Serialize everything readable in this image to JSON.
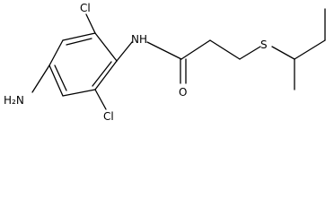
{
  "diagram": {
    "type": "structural-formula",
    "atom_labels": {
      "cl_top": "Cl",
      "cl_bottom": "Cl",
      "amine_nh": "NH",
      "amino": "H₂N",
      "sulfur": "S",
      "oxygen": "O"
    }
  }
}
